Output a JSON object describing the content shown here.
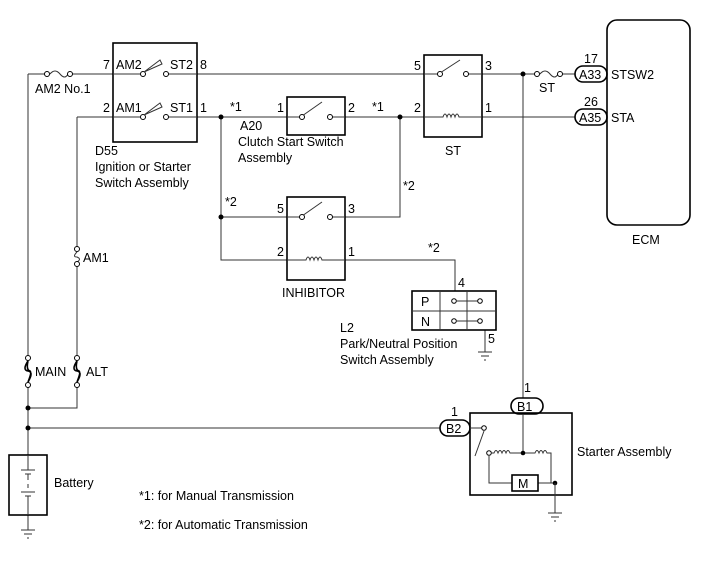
{
  "ignition_switch": {
    "ref": "D55",
    "name_line1": "Ignition or Starter",
    "name_line2": "Switch Assembly",
    "pins": {
      "am2": "7",
      "st2": "8",
      "am1": "2",
      "st1": "1"
    },
    "labels": {
      "am2": "AM2",
      "st2": "ST2",
      "am1": "AM1",
      "st1": "ST1"
    }
  },
  "fuses": {
    "am2": "AM2 No.1",
    "am1": "AM1",
    "main": "MAIN",
    "alt": "ALT",
    "st": "ST"
  },
  "clutch_switch": {
    "ref": "A20",
    "name_line1": "Clutch Start Switch",
    "name_line2": "Assembly",
    "pin1": "1",
    "pin2": "2"
  },
  "st_relay": {
    "name": "ST",
    "pin5": "5",
    "pin3": "3",
    "pin2": "2",
    "pin1": "1"
  },
  "inhibitor": {
    "name": "INHIBITOR",
    "pin5": "5",
    "pin3": "3",
    "pin2": "2",
    "pin1": "1"
  },
  "pn_switch": {
    "ref": "L2",
    "name_line1": "Park/Neutral Position",
    "name_line2": "Switch Assembly",
    "pin4": "4",
    "pin5": "5",
    "rows": [
      "P",
      "N"
    ]
  },
  "ecm": {
    "name": "ECM",
    "conn1": "A33",
    "pin1": "17",
    "term1": "STSW2",
    "conn2": "A35",
    "pin2": "26",
    "term2": "STA"
  },
  "starter": {
    "name": "Starter Assembly",
    "conn1": "B1",
    "pin1": "1",
    "conn2": "B2",
    "pin2": "1",
    "motor": "M"
  },
  "battery": {
    "name": "Battery"
  },
  "markers": {
    "m1": "*1",
    "m2": "*2"
  },
  "notes": [
    "*1: for Manual Transmission",
    "*2: for Automatic Transmission"
  ]
}
